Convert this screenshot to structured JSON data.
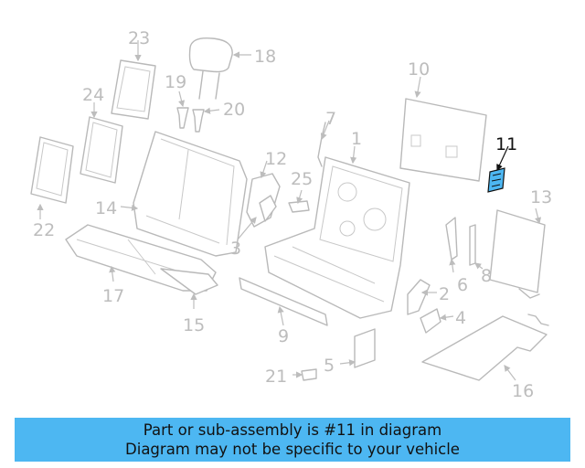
{
  "diagram": {
    "highlight_color": "#4db7f2",
    "label_color": "#bdbdbd",
    "highlighted_part": "11",
    "callouts": [
      "1",
      "2",
      "3",
      "4",
      "5",
      "6",
      "7",
      "8",
      "9",
      "10",
      "11",
      "12",
      "13",
      "14",
      "15",
      "16",
      "17",
      "18",
      "19",
      "20",
      "21",
      "22",
      "23",
      "24",
      "25"
    ]
  },
  "caption": {
    "line1": "Part or sub-assembly is #11 in diagram",
    "line2": "Diagram may not be specific to your vehicle"
  }
}
